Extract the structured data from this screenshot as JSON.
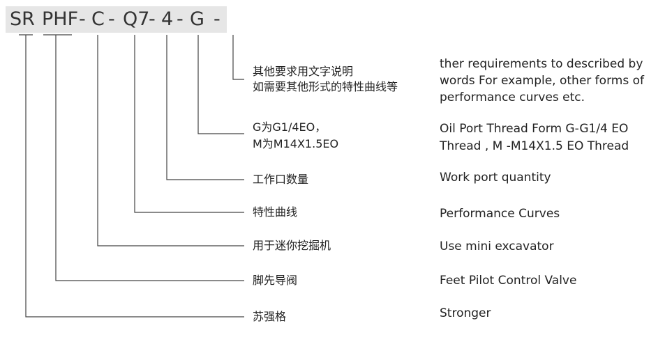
{
  "code_segments": [
    {
      "id": "sr",
      "text": "SR"
    },
    {
      "id": "phf",
      "text": "PHF"
    },
    {
      "id": "dash1",
      "text": "-"
    },
    {
      "id": "c",
      "text": "C"
    },
    {
      "id": "dash2",
      "text": "-"
    },
    {
      "id": "q7",
      "text": "Q7"
    },
    {
      "id": "dash3",
      "text": "-"
    },
    {
      "id": "four",
      "text": "4"
    },
    {
      "id": "dash4",
      "text": "-"
    },
    {
      "id": "g",
      "text": "G"
    },
    {
      "id": "dash5",
      "text": "-"
    }
  ],
  "items": [
    {
      "id": "other",
      "cn": [
        "其他要求用文字说明",
        "如需要其他形式的特性曲线等"
      ],
      "en": [
        "ther requirements to described by",
        "words For example, other forms of",
        "performance curves etc."
      ]
    },
    {
      "id": "port-thread",
      "cn": [
        "G为G1/4EO，",
        "M为M14X1.5EO"
      ],
      "en": [
        "Oil Port Thread Form G-G1/4 EO",
        "Thread , M -M14X1.5 EO Thread"
      ]
    },
    {
      "id": "work-port",
      "cn": [
        "工作口数量"
      ],
      "en": [
        "Work port quantity"
      ]
    },
    {
      "id": "curves",
      "cn": [
        "特性曲线"
      ],
      "en": [
        "Performance Curves"
      ]
    },
    {
      "id": "excavator",
      "cn": [
        "用于迷你挖掘机"
      ],
      "en": [
        "Use mini excavator"
      ]
    },
    {
      "id": "pilot-valve",
      "cn": [
        "脚先导阀"
      ],
      "en": [
        "Feet Pilot Control Valve"
      ]
    },
    {
      "id": "brand",
      "cn": [
        "苏强格"
      ],
      "en": [
        "Stronger"
      ]
    }
  ],
  "colors": {
    "code_bar": "#e6e6e6",
    "line": "#444444",
    "text": "#222222"
  }
}
